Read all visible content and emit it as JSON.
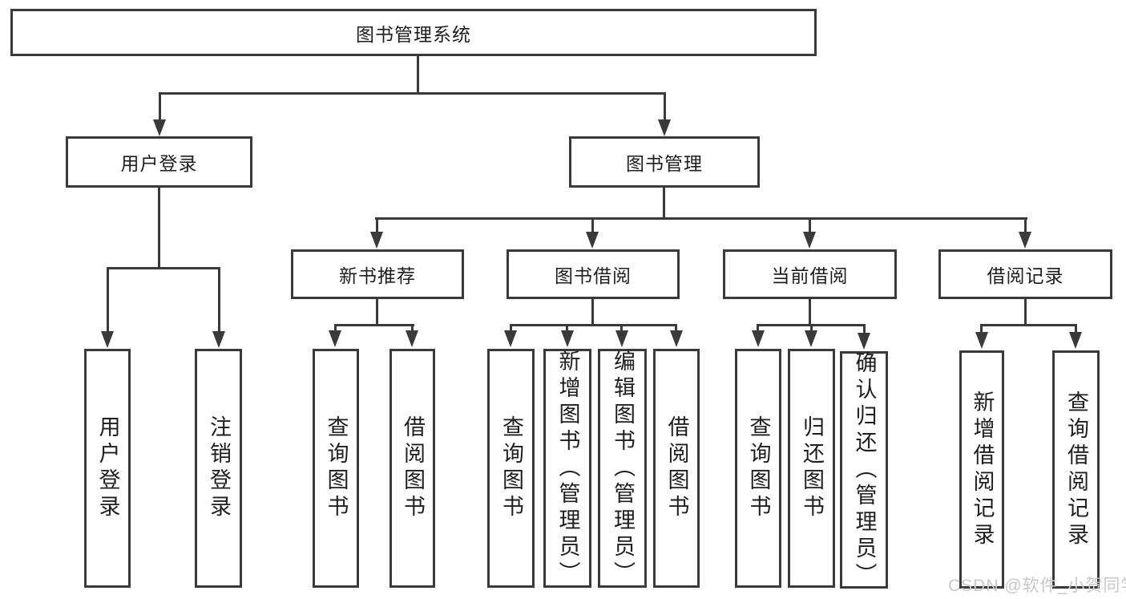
{
  "tree": {
    "root": {
      "label": "图书管理系统"
    },
    "children": [
      {
        "label": "用户登录",
        "children": [
          {
            "label": "用户登录"
          },
          {
            "label": "注销登录"
          }
        ]
      },
      {
        "label": "图书管理",
        "children": [
          {
            "label": "新书推荐",
            "children": [
              {
                "label": "查询图书"
              },
              {
                "label": "借阅图书"
              }
            ]
          },
          {
            "label": "图书借阅",
            "children": [
              {
                "label": "查询图书"
              },
              {
                "label": "新增图书（管理员）"
              },
              {
                "label": "编辑图书（管理员）"
              },
              {
                "label": "借阅图书"
              }
            ]
          },
          {
            "label": "当前借阅",
            "children": [
              {
                "label": "查询图书"
              },
              {
                "label": "归还图书"
              },
              {
                "label": "确认归还（管理员）"
              }
            ]
          },
          {
            "label": "借阅记录",
            "children": [
              {
                "label": "新增借阅记录"
              },
              {
                "label": "查询借阅记录"
              }
            ]
          }
        ]
      }
    ]
  },
  "watermark": "CSDN @软件_小贺同学",
  "colors": {
    "line": "#3a3a3a",
    "text": "#1e1e1e",
    "watermark": "#c8c8c8",
    "background": "#ffffff"
  }
}
